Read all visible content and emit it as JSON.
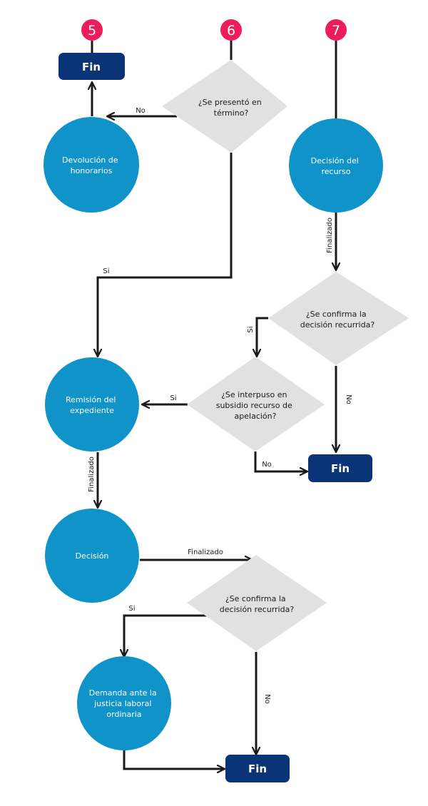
{
  "colors": {
    "process": "#0f93c9",
    "terminal": "#0b3476",
    "decision": "#e1e1e1",
    "connector": "#ee1c5a",
    "line": "#1a1a1a"
  },
  "connectors": {
    "c5": "5",
    "c6": "6",
    "c7": "7"
  },
  "terminals": {
    "fin_1": "Fin",
    "fin_2": "Fin",
    "fin_3": "Fin"
  },
  "processes": {
    "devolucion": [
      "Devolución de",
      "honorarios"
    ],
    "decision_recurso": [
      "Decisión del",
      "recurso"
    ],
    "remision": [
      "Remisión del",
      "expediente"
    ],
    "decision": [
      "Decisión"
    ],
    "demanda": [
      "Demanda ante la",
      "justicia laboral",
      "ordinaria"
    ]
  },
  "decisions": {
    "presento": [
      "¿Se presentó en",
      "término?"
    ],
    "confirma_1": [
      "¿Se confirma la",
      "decisión recurrida?"
    ],
    "interpuso": [
      "¿Se interpuso en",
      "subsidio recurso de",
      "apelación?"
    ],
    "confirma_2": [
      "¿Se confirma la",
      "decisión recurrida?"
    ]
  },
  "edge_labels": {
    "presento_no": "No",
    "presento_si": "Si",
    "recurso_finalizado": "Finalizado",
    "confirma1_si": "Si",
    "confirma1_no": "No",
    "interpuso_si": "Si",
    "interpuso_no": "No",
    "remision_finalizado": "Finalizado",
    "decision_finalizado": "Finalizado",
    "confirma2_si": "Si",
    "confirma2_no": "No"
  }
}
